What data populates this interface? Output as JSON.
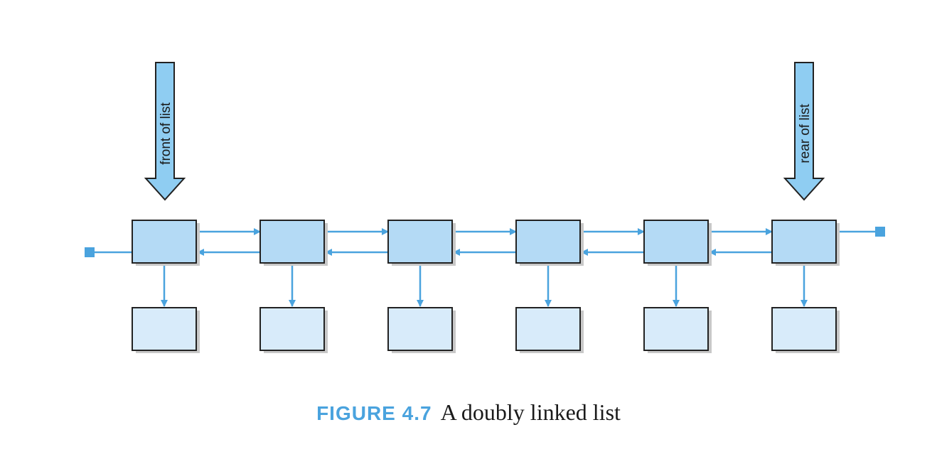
{
  "diagram": {
    "front_label": "front of list",
    "rear_label": "rear of list",
    "node_count": 6,
    "colors": {
      "arrow": "#4aa3de",
      "pointer_fill": "#8fcdf2",
      "node_fill": "#b4daf5",
      "data_fill": "#d8ebfa",
      "outline": "#222222",
      "shadow": "#c8c8c8"
    }
  },
  "caption": {
    "number": "FIGURE 4.7",
    "text": "A doubly linked list"
  }
}
